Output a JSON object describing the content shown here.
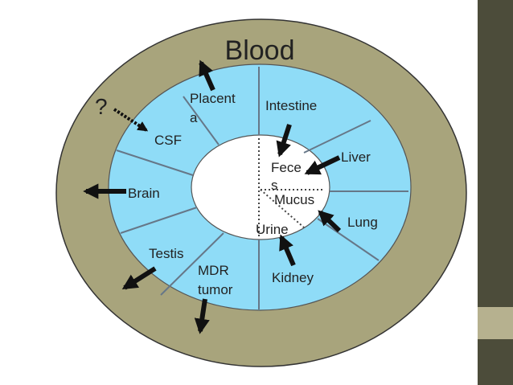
{
  "colors": {
    "outer_ring": "#a8a47c",
    "inner_ring": "#8fdcf7",
    "center": "#ffffff",
    "side_bar_dark": "#4c4c3a",
    "side_bar_light": "#b6b18f",
    "arrow": "#111111"
  },
  "diagram": {
    "outer_label": "Blood",
    "unknown_mark": "?",
    "compartments": {
      "placenta_line1": "Placent",
      "placenta_line2": "a",
      "intestine": "Intestine",
      "liver": "Liver",
      "lung": "Lung",
      "kidney": "Kidney",
      "mdr_line1": "MDR",
      "mdr_line2": "tumor",
      "testis": "Testis",
      "brain": "Brain",
      "csf": "CSF"
    },
    "excretion": {
      "feces_line1": "Fece",
      "feces_line2": "s",
      "mucus": "Mucus",
      "urine": "Urine"
    }
  }
}
